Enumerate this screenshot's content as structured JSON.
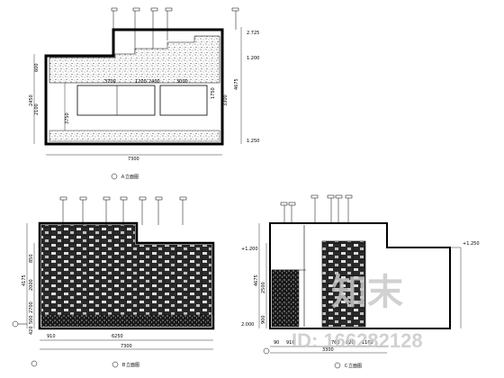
{
  "elevation_top": {
    "title": "Ａ立面图",
    "dims_right": [
      "2.725",
      "1.200",
      "4675",
      "1.250"
    ],
    "dims_left": [
      "600",
      "2450",
      "2100"
    ],
    "inner_left": "3750",
    "dims_top": [
      "3700",
      "1200",
      "2400",
      "3000"
    ],
    "width": "7300",
    "mid_heights": [
      "3300",
      "1750"
    ]
  },
  "elevation_bl": {
    "title": "Ｂ立面图",
    "width": "7300",
    "bottom_dims": [
      "910",
      "6250"
    ],
    "dims_left": [
      "4175",
      "850",
      "2000",
      "2700",
      "500",
      "420"
    ]
  },
  "elevation_br": {
    "title": "Ｃ立面图",
    "dims_right": [
      "+1.250",
      "+1.200",
      "2.000"
    ],
    "bottom_dims": [
      "90",
      "910",
      "760",
      "820",
      "1100"
    ],
    "width": "3300",
    "dims_left": [
      "4675",
      "2500",
      "900"
    ]
  },
  "watermark": {
    "brand": "知末",
    "id": "ID: 166282128"
  }
}
